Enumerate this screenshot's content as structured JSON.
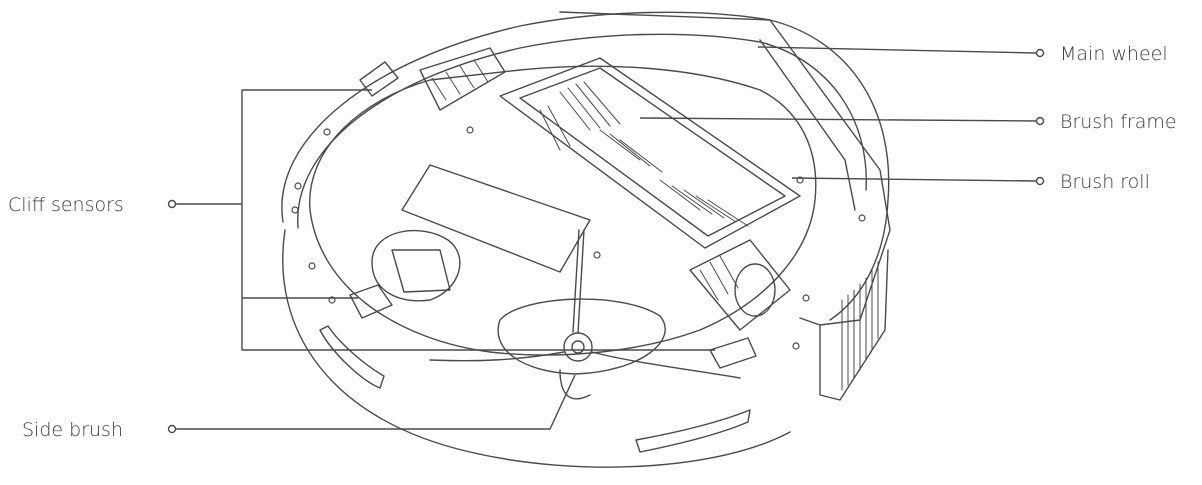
{
  "labels": {
    "main_wheel": "Main wheel",
    "brush_frame": "Brush frame",
    "brush_roll": "Brush roll",
    "cliff_sensors": "Cliff sensors",
    "side_brush": "Side brush"
  },
  "colors": {
    "line": "#4a4a4a",
    "text": "#3a3a3a",
    "background": "#ffffff"
  }
}
